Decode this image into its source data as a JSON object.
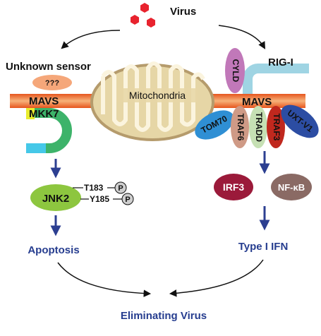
{
  "virus_label": "Virus",
  "left_pathway": {
    "sensor_label": "Unknown sensor",
    "sensor_unknown": "???",
    "adaptor_label": "MAVS",
    "kinase_label": "MKK7",
    "jnk_label": "JNK2",
    "phospho_sites": [
      "T183",
      "Y185"
    ],
    "phospho_mark": "P",
    "outcome": "Apoptosis"
  },
  "organelle_label": "Mitochondria",
  "right_pathway": {
    "receptor_label": "RIG-I",
    "deubiquitinase_label": "CYLD",
    "adaptor_label": "MAVS",
    "adaptor_partners": [
      "TOM70",
      "TRAF6",
      "TRADD",
      "TRAF3",
      "UXT-V1"
    ],
    "transcription_factors": [
      "IRF3",
      "NF-κB"
    ],
    "outcome": "Type I IFN"
  },
  "final_outcome": "Eliminating Virus",
  "colors": {
    "virus": "#e8232e",
    "arrow_blue": "#2c3f91",
    "text_blue": "#263d8f",
    "mavs_orange": "#e8742a",
    "mito": "#e6d6a6",
    "sensor": "#f5a77a",
    "mkk7_yellow": "#e8ec2e",
    "green_hook": "#3db36a",
    "cyan_tail": "#45c8e8",
    "jnk_green": "#8dc63f",
    "phospho_gray": "#cfcfcf",
    "rigi_blue": "#9fd4e3",
    "cyld_purple": "#c178b9",
    "tom70_blue": "#2f8fd4",
    "traf6_tan": "#cf9a86",
    "tradd_green": "#c6e0b4",
    "traf3_red": "#c0281e",
    "uxt_blue": "#2c4da3",
    "irf3_crimson": "#9b1a3a",
    "nfkb_brown": "#8a6a64"
  }
}
